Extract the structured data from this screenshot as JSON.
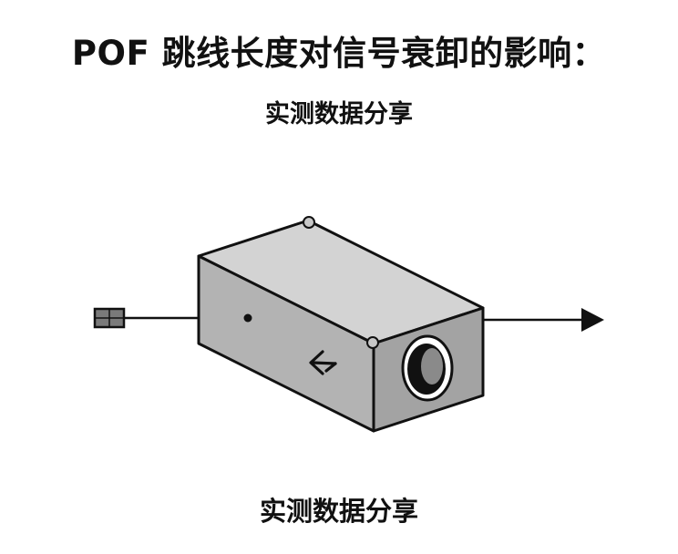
{
  "title": "POF 跳线长度对信号衰卸的影响：",
  "subtitle": "实测数据分享",
  "footer": "实测数据分享",
  "colors": {
    "box_front": "#b3b3b3",
    "box_top": "#d3d3d3",
    "box_side": "#a3a3a3",
    "outline": "#111111",
    "connector": "#7a7a7a"
  },
  "icons": {
    "input_connector": "rectangle-connector-icon",
    "output_arrow": "right-arrowhead-icon",
    "direction_marker": "left-chevron-arrow-icon",
    "port": "circular-port-icon",
    "screws": "screw-head-icon"
  }
}
